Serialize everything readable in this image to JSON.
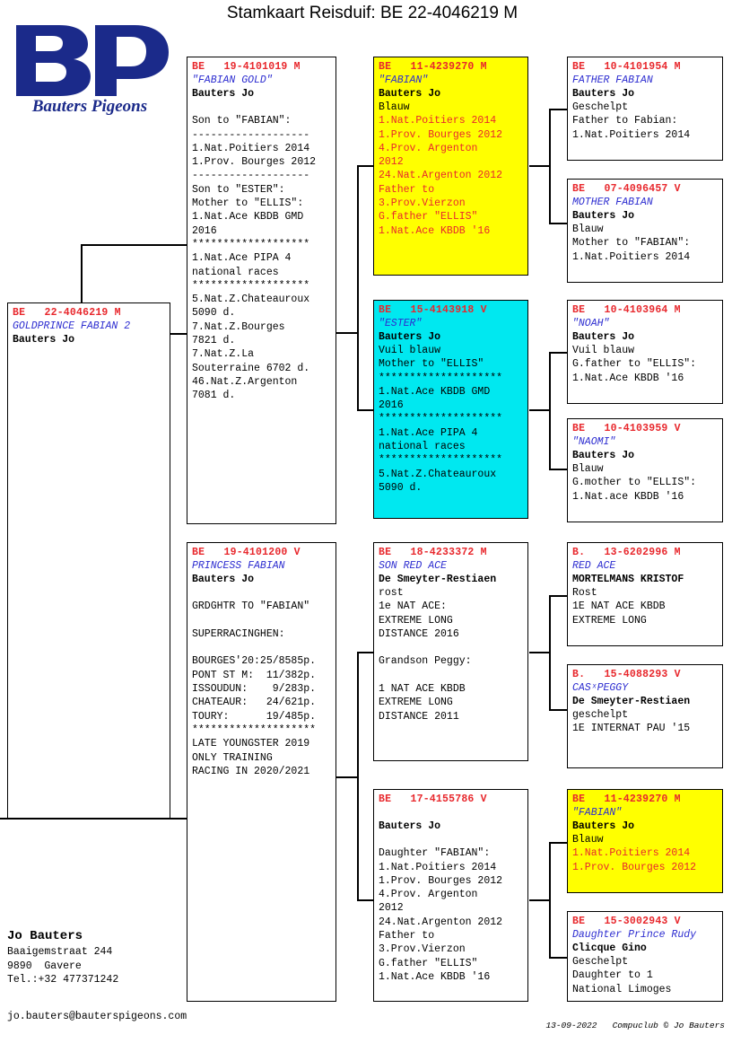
{
  "header": {
    "title": "Stamkaart Reisduif: BE  22-4046219 M",
    "logo_text": "Bauters Pigeons",
    "logo_letters": "BP"
  },
  "subject": {
    "ring": "BE   22-4046219 M",
    "nickname": "GOLDPRINCE FABIAN 2",
    "owner": "Bauters Jo",
    "lines": []
  },
  "sire": {
    "ring": "BE   19-4101019 M",
    "nickname": "\"FABIAN GOLD\"",
    "owner": "Bauters Jo",
    "lines": [
      "",
      "Son to \"FABIAN\":",
      "-------------------",
      "1.Nat.Poitiers 2014",
      "1.Prov. Bourges 2012",
      "-------------------",
      "Son to \"ESTER\":",
      "Mother to \"ELLIS\":",
      "1.Nat.Ace KBDB GMD",
      "2016",
      "*******************",
      "1.Nat.Ace PIPA 4",
      "national races",
      "*******************",
      "5.Nat.Z.Chateauroux",
      "5090 d.",
      "7.Nat.Z.Bourges",
      "7821 d.",
      "7.Nat.Z.La",
      "Souterraine 6702 d.",
      "46.Nat.Z.Argenton",
      "7081 d."
    ]
  },
  "dam": {
    "ring": "BE   19-4101200 V",
    "nickname": "PRINCESS FABIAN",
    "owner": "Bauters Jo",
    "lines": [
      "",
      "GRDGHTR TO \"FABIAN\"",
      "",
      "SUPERRACINGHEN:",
      "",
      "BOURGES'20:25/8585p.",
      "PONT ST M:  11/382p.",
      "ISSOUDUN:    9/283p.",
      "CHATEAUR:   24/621p.",
      "TOURY:      19/485p.",
      "********************",
      "LATE YOUNGSTER 2019",
      "ONLY TRAINING",
      "RACING IN 2020/2021"
    ]
  },
  "gen2": [
    {
      "id": "sire-sire",
      "highlight": "yellow",
      "ring": "BE   11-4239270 M",
      "nickname": "\"FABIAN\"",
      "owner": "Bauters Jo",
      "lines": [
        "Blauw"
      ],
      "red_lines": [
        "1.Nat.Poitiers 2014",
        "1.Prov. Bourges 2012",
        "4.Prov. Argenton",
        "2012",
        "24.Nat.Argenton 2012",
        "Father to",
        "3.Prov.Vierzon",
        "G.father \"ELLIS\"",
        "1.Nat.Ace KBDB '16"
      ]
    },
    {
      "id": "sire-dam",
      "highlight": "cyan",
      "ring": "BE   15-4143918 V",
      "nickname": "\"ESTER\"",
      "owner": "Bauters Jo",
      "lines": [
        "Vuil blauw",
        "Mother to \"ELLIS\"",
        "********************",
        "1.Nat.Ace KBDB GMD",
        "2016",
        "********************",
        "1.Nat.Ace PIPA 4",
        "national races",
        "********************",
        "5.Nat.Z.Chateauroux",
        "5090 d."
      ],
      "red_lines": []
    },
    {
      "id": "dam-sire",
      "highlight": "none",
      "ring": "BE   18-4233372 M",
      "nickname": "SON RED ACE",
      "owner": "De Smeyter-Restiaen",
      "lines": [
        "rost",
        "1e NAT ACE:",
        "EXTREME LONG",
        "DISTANCE 2016",
        "",
        "Grandson Peggy:",
        "",
        "1 NAT ACE KBDB",
        "EXTREME LONG",
        "DISTANCE 2011"
      ],
      "red_lines": []
    },
    {
      "id": "dam-dam",
      "highlight": "none",
      "ring": "BE   17-4155786 V",
      "nickname": "",
      "owner": "Bauters Jo",
      "lines": [
        "",
        "Daughter \"FABIAN\":",
        "1.Nat.Poitiers 2014",
        "1.Prov. Bourges 2012",
        "4.Prov. Argenton",
        "2012",
        "24.Nat.Argenton 2012",
        "Father to",
        "3.Prov.Vierzon",
        "G.father \"ELLIS\"",
        "1.Nat.Ace KBDB '16"
      ],
      "red_lines": []
    }
  ],
  "gen3": [
    {
      "id": "ss-sire",
      "highlight": "none",
      "ring": "BE   10-4101954 M",
      "nickname": "FATHER FABIAN",
      "owner": "Bauters Jo",
      "lines": [
        "Geschelpt",
        "Father to Fabian:",
        "1.Nat.Poitiers 2014"
      ],
      "red_lines": []
    },
    {
      "id": "ss-dam",
      "highlight": "none",
      "ring": "BE   07-4096457 V",
      "nickname": "MOTHER FABIAN",
      "owner": "Bauters Jo",
      "lines": [
        "Blauw",
        "Mother to \"FABIAN\":",
        "1.Nat.Poitiers 2014"
      ],
      "red_lines": []
    },
    {
      "id": "sd-sire",
      "highlight": "none",
      "ring": "BE   10-4103964 M",
      "nickname": "\"NOAH\"",
      "owner": "Bauters Jo",
      "lines": [
        "Vuil blauw",
        "G.father to \"ELLIS\":",
        "1.Nat.Ace KBDB '16"
      ],
      "red_lines": []
    },
    {
      "id": "sd-dam",
      "highlight": "none",
      "ring": "BE   10-4103959 V",
      "nickname": "\"NAOMI\"",
      "owner": "Bauters Jo",
      "lines": [
        "Blauw",
        "G.mother to \"ELLIS\":",
        "1.Nat.ace KBDB '16"
      ],
      "red_lines": []
    },
    {
      "id": "ds-sire",
      "highlight": "none",
      "ring": "B.   13-6202996 M",
      "nickname": "RED ACE",
      "owner": "MORTELMANS KRISTOF",
      "lines": [
        "Rost",
        "1E NAT ACE KBDB",
        "EXTREME LONG"
      ],
      "red_lines": []
    },
    {
      "id": "ds-dam",
      "highlight": "none",
      "ring": "B.   15-4088293 V",
      "nickname": "CASˣPEGGY",
      "owner": "De Smeyter-Restiaen",
      "lines": [
        "geschelpt",
        "1E INTERNAT PAU '15"
      ],
      "red_lines": []
    },
    {
      "id": "dd-sire",
      "highlight": "yellow",
      "ring": "BE   11-4239270 M",
      "nickname": "\"FABIAN\"",
      "owner": "Bauters Jo",
      "lines": [
        "Blauw"
      ],
      "red_lines": [
        "1.Nat.Poitiers 2014",
        "1.Prov. Bourges 2012"
      ]
    },
    {
      "id": "dd-dam",
      "highlight": "none",
      "ring": "BE   15-3002943 V",
      "nickname": "Daughter Prince Rudy",
      "owner": "Clicque Gino",
      "lines": [
        "Geschelpt",
        "Daughter to 1",
        "National Limoges"
      ],
      "red_lines": []
    }
  ],
  "footer": {
    "owner_name": "Jo Bauters",
    "address": "Baaigemstraat 244\n9890  Gavere\nTel.:+32 477371242",
    "email": "jo.bauters@bauterspigeons.com",
    "credits": "13-09-2022   Compuclub © Jo Bauters"
  },
  "colors": {
    "ring_red": "#e8282d",
    "nickname_blue": "#2d2dd0",
    "highlight_yellow": "#ffff00",
    "highlight_cyan": "#00e8f0",
    "logo_blue": "#1b2a8a"
  }
}
